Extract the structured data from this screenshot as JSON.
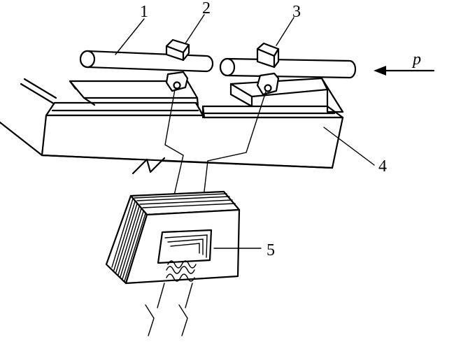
{
  "diagram": {
    "labels": {
      "part1": "1",
      "part2": "2",
      "part3": "3",
      "part4": "4",
      "part5": "5"
    },
    "force_label": "p"
  }
}
